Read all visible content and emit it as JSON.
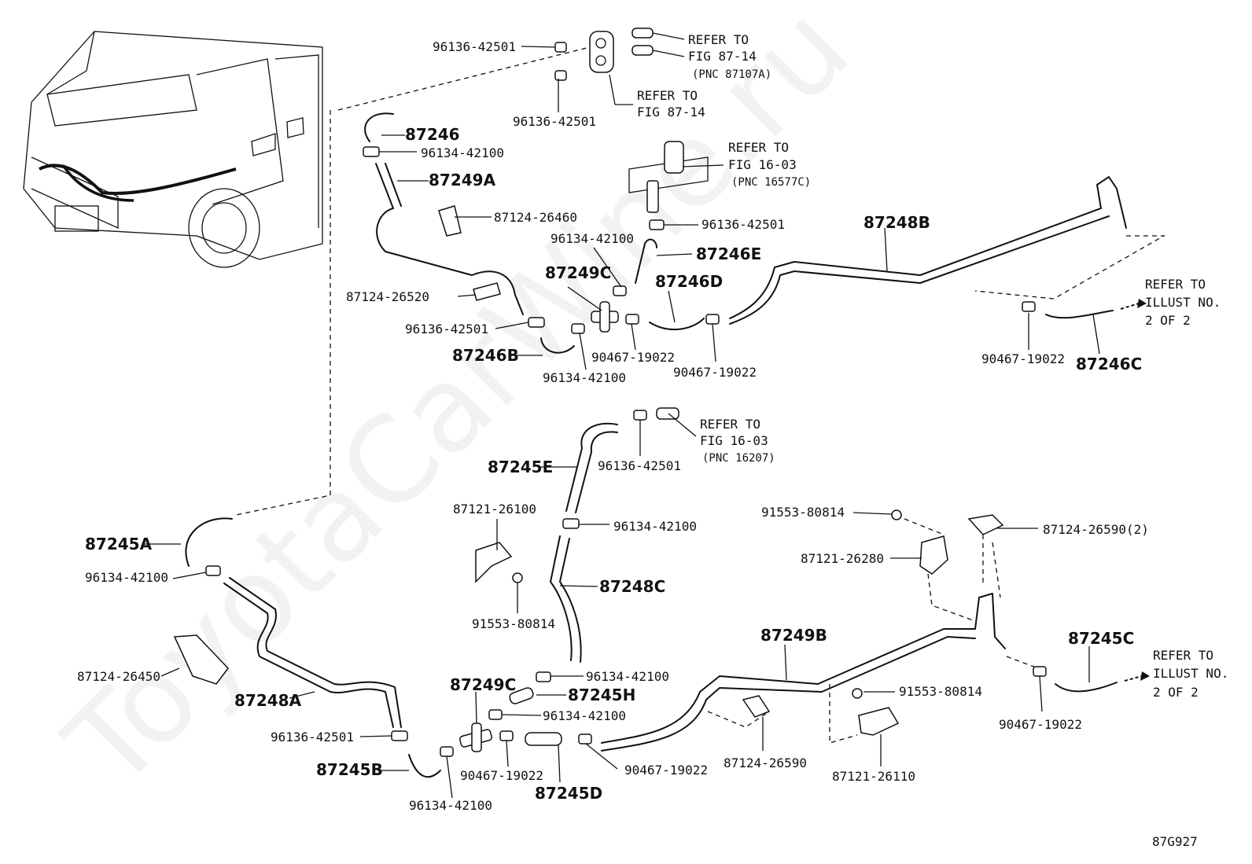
{
  "watermark": "ToyotaCarWine.ru",
  "figure_code": "87G927",
  "part_labels": {
    "p87246": "87246",
    "p87249A": "87249A",
    "p87246E": "87246E",
    "p87246D": "87246D",
    "p87249C_top": "87249C",
    "p87246B": "87246B",
    "p87248B": "87248B",
    "p87246C": "87246C",
    "p87245E": "87245E",
    "p87245A": "87245A",
    "p87248A": "87248A",
    "p87245B": "87245B",
    "p87248C": "87248C",
    "p87249C_bot": "87249C",
    "p87245H": "87245H",
    "p87245D": "87245D",
    "p87249B": "87249B",
    "p87245C": "87245C"
  },
  "callouts": {
    "c1": "96136-42501",
    "c2": "96136-42501",
    "c3": "96134-42100",
    "c4": "87124-26460",
    "c5": "96136-42501",
    "c6": "96134-42100",
    "c7": "87124-26520",
    "c8": "96136-42501",
    "c9": "90467-19022",
    "c10": "96134-42100",
    "c11": "90467-19022",
    "c12": "90467-19022",
    "c13": "96136-42501",
    "c14": "87121-26100",
    "c15": "96134-42100",
    "c16": "91553-80814",
    "c17": "91553-80814",
    "c18": "87124-26590(2)",
    "c19": "87121-26280",
    "c20": "96134-42100",
    "c21": "87124-26450",
    "c22": "96134-42100",
    "c23": "96136-42501",
    "c24": "96134-42100",
    "c25": "90467-19022",
    "c26": "96134-42100",
    "c27": "90467-19022",
    "c28": "87124-26590",
    "c29": "91553-80814",
    "c30": "87121-26110",
    "c31": "90467-19022"
  },
  "refs": {
    "r1_l1": "REFER TO",
    "r1_l2": "FIG 87-14",
    "r1_l3": "(PNC 87107A)",
    "r2_l1": "REFER TO",
    "r2_l2": "FIG 87-14",
    "r3_l1": "REFER TO",
    "r3_l2": "FIG 16-03",
    "r3_l3": "(PNC 16577C)",
    "r4_l1": "REFER TO",
    "r4_l2": "ILLUST NO.",
    "r4_l3": "2 OF 2",
    "r5_l1": "REFER TO",
    "r5_l2": "FIG 16-03",
    "r5_l3": "(PNC 16207)",
    "r6_l1": "REFER TO",
    "r6_l2": "ILLUST NO.",
    "r6_l3": "2 OF 2"
  }
}
